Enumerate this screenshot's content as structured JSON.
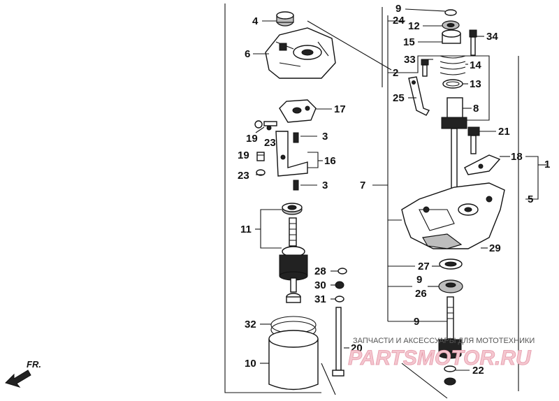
{
  "callouts": {
    "c1": "1",
    "c2": "2",
    "c3a": "3",
    "c3b": "3",
    "c4": "4",
    "c5": "5",
    "c6": "6",
    "c7": "7",
    "c8": "8",
    "c9a": "9",
    "c9b": "9",
    "c9c": "9",
    "c10": "10",
    "c11": "11",
    "c12": "12",
    "c13": "13",
    "c14": "14",
    "c15": "15",
    "c16": "16",
    "c17": "17",
    "c18": "18",
    "c19a": "19",
    "c19b": "19",
    "c20": "20",
    "c21": "21",
    "c22": "22",
    "c23a": "23",
    "c23b": "23",
    "c24": "24",
    "c25": "25",
    "c26": "26",
    "c27": "27",
    "c28": "28",
    "c29": "29",
    "c30": "30",
    "c31": "31",
    "c32": "32",
    "c33": "33",
    "c34": "34"
  },
  "direction": {
    "label": "FR."
  },
  "watermark": {
    "text": "ЗАПЧАСТИ И АКСЕССУАРЫ ДЛЯ МОТОТЕХНИКИ",
    "logo": "PARTSMOTOR.RU"
  }
}
